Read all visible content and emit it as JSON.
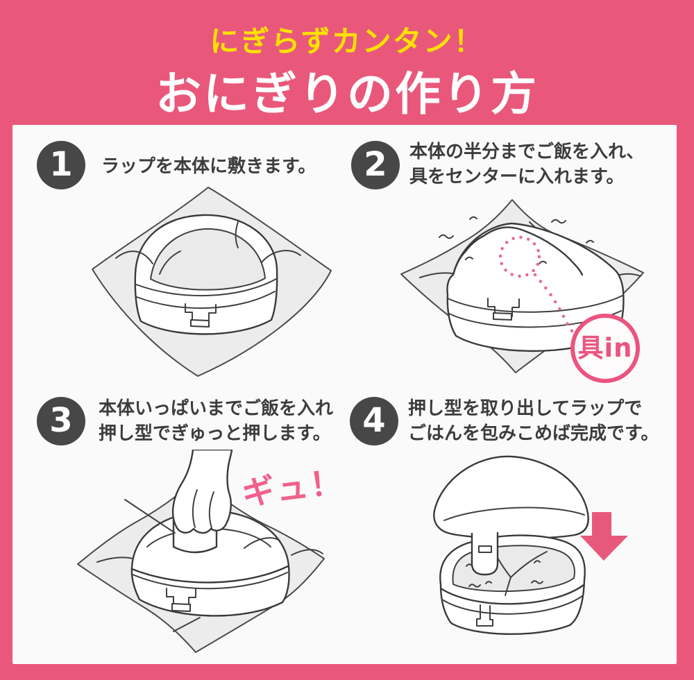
{
  "header": {
    "subtitle": "にぎらずカンタン！",
    "title": "おにぎりの作り方"
  },
  "steps": [
    {
      "number": "1",
      "text_lines": [
        "ラップを本体に敷きます。"
      ]
    },
    {
      "number": "2",
      "text_lines": [
        "本体の半分までご飯を入れ、",
        "具をセンターに入れます。"
      ]
    },
    {
      "number": "3",
      "text_lines": [
        "本体いっぱいまでご飯を入れ",
        "押し型でぎゅっと押します。"
      ]
    },
    {
      "number": "4",
      "text_lines": [
        "押し型を取り出してラップで",
        "ごはんを包みこめば完成です。"
      ]
    }
  ],
  "annotations": {
    "filling_badge": "具in",
    "press_sound": "ギュ！"
  },
  "colors": {
    "frame_pink": "#e9587b",
    "accent_pink": "#ec5480",
    "header_yellow": "#ffe100",
    "badge_gray": "#474747",
    "text_dark": "#3c3c3c"
  }
}
